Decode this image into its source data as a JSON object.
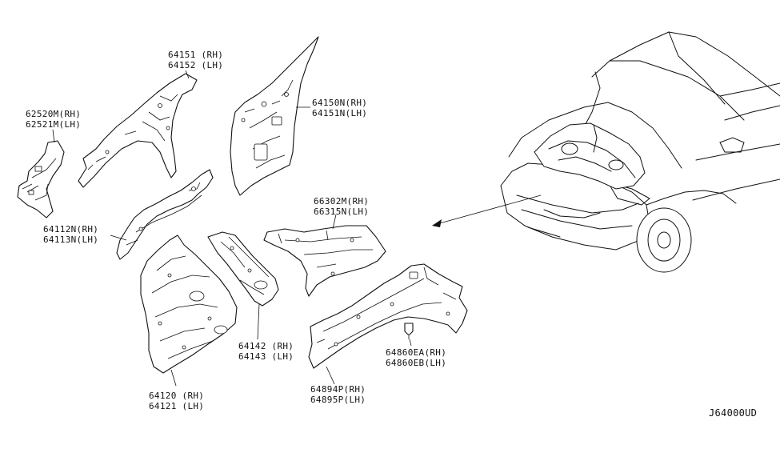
{
  "diagram_id": "J64000UD",
  "parts": {
    "hood_ledge_upper": {
      "rh": "64151 (RH)",
      "lh": "64152 (LH)"
    },
    "hood_ledge_bracket": {
      "rh": "62520M(RH)",
      "lh": "62521M(LH)"
    },
    "dash_side_panel": {
      "rh": "64150N(RH)",
      "lh": "64151N(LH)"
    },
    "hoodledge_reinforcement": {
      "rh": "64112N(RH)",
      "lh": "64113N(LH)"
    },
    "cowl_top_extension": {
      "rh": "66302M(RH)",
      "lh": "66315N(LH)"
    },
    "hoodledge_assembly": {
      "rh": "64120 (RH)",
      "lh": "64121 (LH)"
    },
    "strut_housing": {
      "rh": "64142 (RH)",
      "lh": "64143 (LH)"
    },
    "front_side_member": {
      "rh": "64894P(RH)",
      "lh": "64895P(LH)"
    },
    "mud_guard_bolt": {
      "rh": "64860EA(RH)",
      "lh": "64860EB(LH)"
    }
  }
}
